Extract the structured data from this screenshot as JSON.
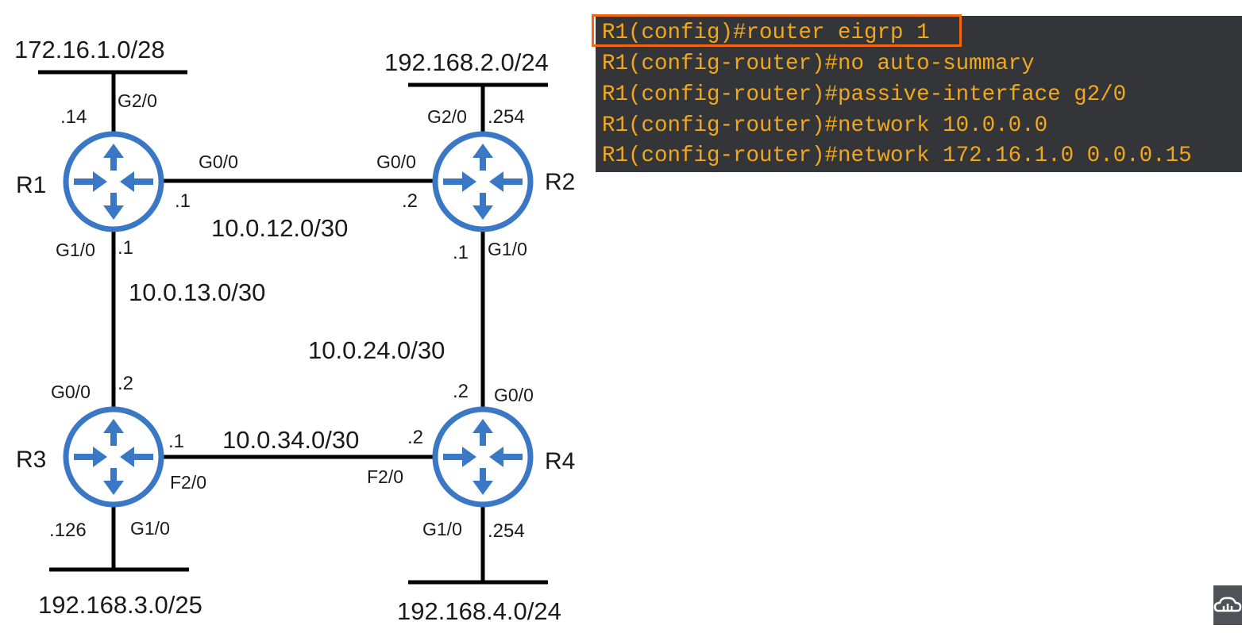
{
  "topology": {
    "routers": {
      "r1": "R1",
      "r2": "R2",
      "r3": "R3",
      "r4": "R4"
    },
    "networks": {
      "lan_r1": "172.16.1.0/28",
      "lan_r2": "192.168.2.0/24",
      "lan_r3": "192.168.3.0/25",
      "lan_r4": "192.168.4.0/24",
      "link_r1_r2": "10.0.12.0/30",
      "link_r1_r3": "10.0.13.0/30",
      "link_r2_r4": "10.0.24.0/30",
      "link_r3_r4": "10.0.34.0/30"
    },
    "interfaces": {
      "r1_lan": "G2/0",
      "r1_to_r2": "G0/0",
      "r1_to_r3": "G1/0",
      "r2_lan": "G2/0",
      "r2_to_r1": "G0/0",
      "r2_to_r4": "G1/0",
      "r3_to_r1": "G0/0",
      "r3_to_r4": "F2/0",
      "r3_lan": "G1/0",
      "r4_to_r2": "G0/0",
      "r4_to_r3": "F2/0",
      "r4_lan": "G1/0"
    },
    "addresses": {
      "r1_lan": ".14",
      "r1_to_r2": ".1",
      "r1_to_r3": ".1",
      "r2_lan": ".254",
      "r2_to_r1": ".2",
      "r2_to_r4": ".1",
      "r3_to_r1": ".2",
      "r3_to_r4": ".1",
      "r3_lan": ".126",
      "r4_to_r2": ".2",
      "r4_to_r3": ".2",
      "r4_lan": ".254"
    },
    "colors": {
      "router_blue": "#3a78c5",
      "link_black": "#000000"
    },
    "router_icon": "router-icon"
  },
  "cli": {
    "lines": [
      "R1(config)#router eigrp 1",
      "R1(config-router)#no auto-summary",
      "R1(config-router)#passive-interface g2/0",
      "R1(config-router)#network 10.0.0.0",
      "R1(config-router)#network 172.16.1.0 0.0.0.15"
    ],
    "highlighted_line": 0,
    "colors": {
      "background": "#333538",
      "text": "#f2a81c",
      "highlight_border": "#f4650f"
    }
  },
  "branding": {
    "icon": "cloud-logo-icon"
  }
}
